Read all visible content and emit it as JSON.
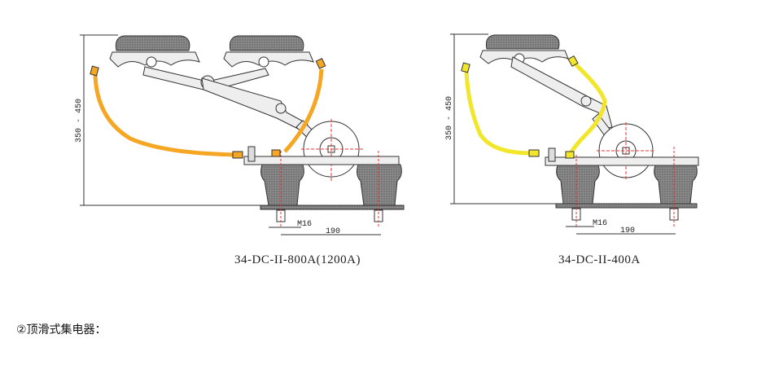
{
  "figures": [
    {
      "caption": "34-DC-II-800A(1200A)",
      "height_dim": "350 - 450",
      "bolt_label": "M16",
      "spacing_label": "190",
      "cable_color": "#f5a623"
    },
    {
      "caption": "34-DC-II-400A",
      "height_dim": "350 - 450",
      "bolt_label": "M16",
      "spacing_label": "190",
      "cable_color": "#f2e62a"
    }
  ],
  "section_heading": "②顶滑式集电器："
}
